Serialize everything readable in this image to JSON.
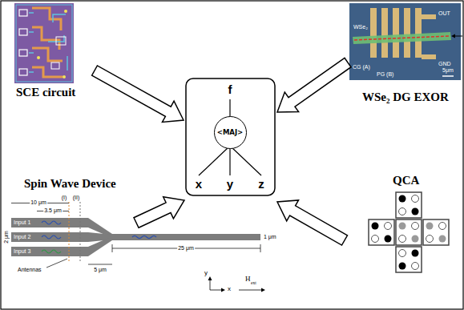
{
  "diagram": {
    "nodes": [
      {
        "text": [
          "<MAJ>"
        ]
      }
    ],
    "labels": [
      "SCE circuit",
      "WSe₂ DG EXOR",
      "Spin Wave Device",
      "QCA",
      "f",
      "x",
      "y",
      "z",
      "OUT",
      "GND",
      "WSe₂",
      "CG (A)",
      "PG (B)",
      "5μm",
      "(I)",
      "(II)",
      "10 μm",
      "3.5 μm",
      "2 μm",
      "Input 1",
      "Input 2",
      "Input 3",
      "Antennas",
      "5 μm",
      "25 μm",
      "1 μm",
      "y",
      "x",
      "H",
      "ext"
    ]
  }
}
